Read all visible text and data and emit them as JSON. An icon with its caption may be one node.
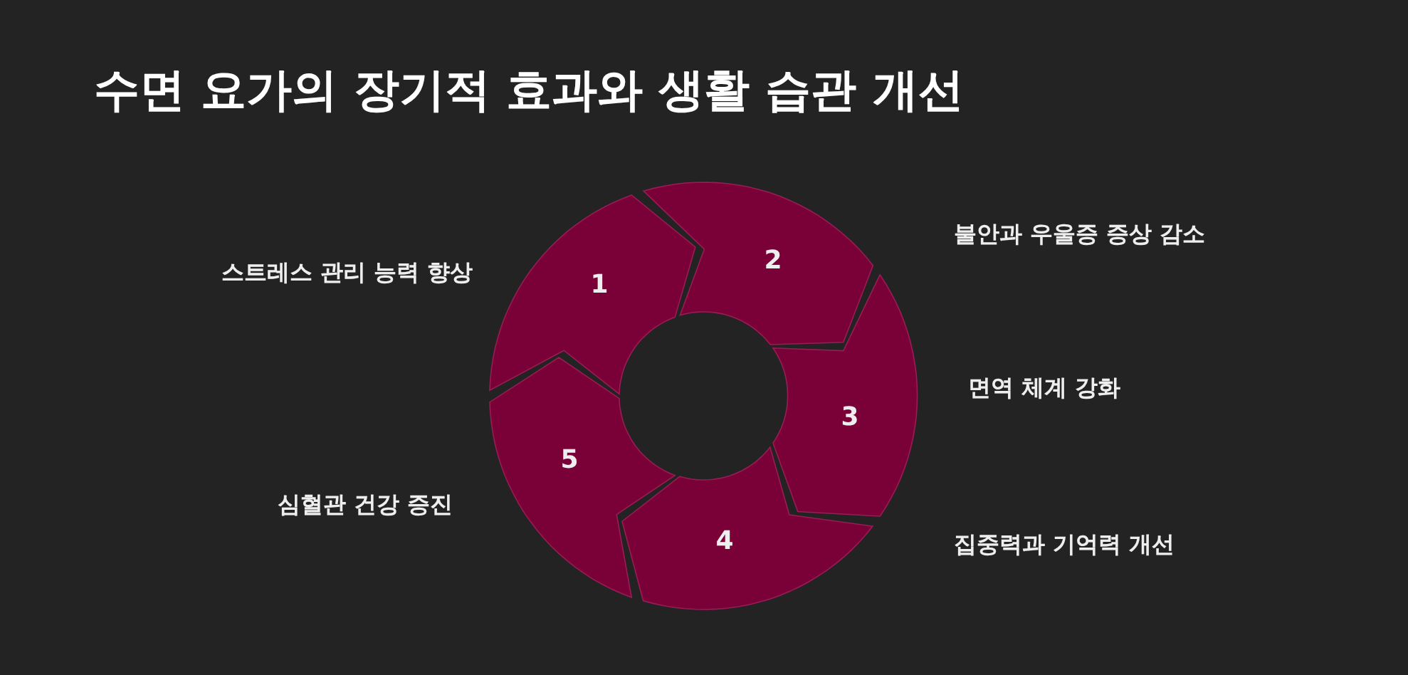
{
  "diagram": {
    "title": "수면 요가의 장기적 효과와 생활 습관 개선",
    "nodes": [
      {
        "text": [
          "1"
        ]
      },
      {
        "text": [
          "2"
        ]
      },
      {
        "text": [
          "3"
        ]
      },
      {
        "text": [
          "4"
        ]
      },
      {
        "text": [
          "5"
        ]
      }
    ],
    "labels": [
      "불안과 우울증 증상 감소",
      "스트레스 관리 능력 향상",
      "면역 체계 강화",
      "심혈관 건강 증진",
      "집중력과 기억력 개선"
    ]
  }
}
